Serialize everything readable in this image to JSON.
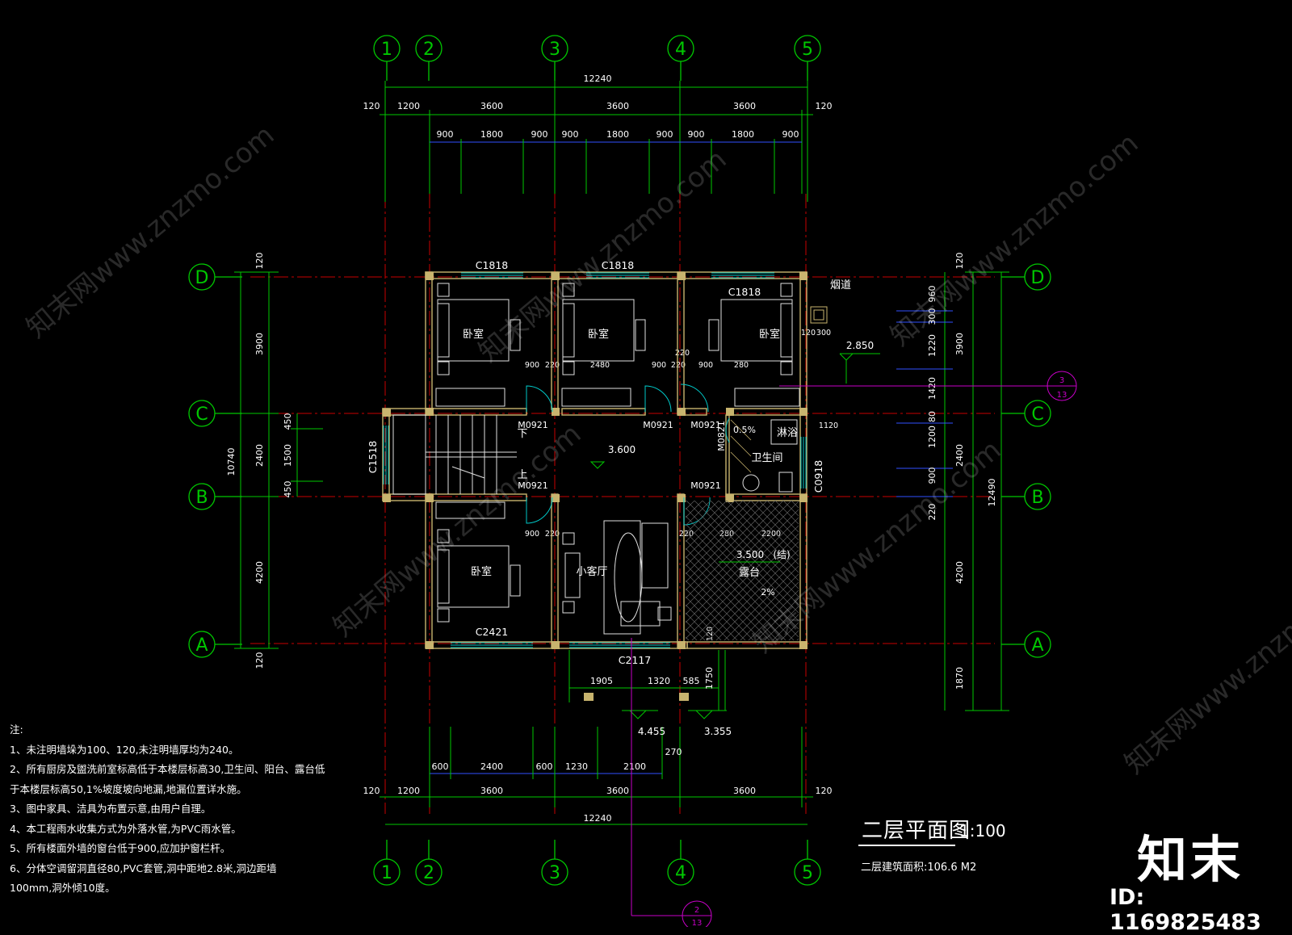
{
  "drawing": {
    "title": "二层平面图",
    "scale": "1:100",
    "area_note": "二层建筑面积:106.6 M2"
  },
  "grid_axes": {
    "columns": [
      "1",
      "2",
      "3",
      "4",
      "5"
    ],
    "rows": [
      "D",
      "C",
      "B",
      "A"
    ]
  },
  "dimensions": {
    "top_overall": "12240",
    "top_segments": [
      "120",
      "1200",
      "3600",
      "3600",
      "3600",
      "120"
    ],
    "top_openings": [
      "900",
      "1800",
      "900",
      "900",
      "1800",
      "900",
      "900",
      "1800",
      "900"
    ],
    "bottom_overall": "12240",
    "bottom_segments": [
      "120",
      "1200",
      "3600",
      "3600",
      "3600",
      "120"
    ],
    "bottom_openings": [
      "600",
      "2400",
      "600",
      "1230",
      "2100",
      "270"
    ],
    "left_overall": "10740",
    "left_segments": [
      "120",
      "3900",
      "2400",
      "4200",
      "120"
    ],
    "left_stair": [
      "450",
      "1500",
      "450"
    ],
    "right_overall": "12490",
    "right_segments": [
      "120",
      "3900",
      "2400",
      "4200",
      "1870"
    ],
    "right_openings": [
      "960",
      "300",
      "1220",
      "1420",
      "80",
      "1200",
      "900",
      "220"
    ],
    "balcony": [
      "1905",
      "1320",
      "585",
      "1750"
    ],
    "room_small": [
      "900",
      "220",
      "2480",
      "900",
      "220",
      "900",
      "280",
      "120",
      "300",
      "1120",
      "900",
      "220",
      "220",
      "280",
      "2200",
      "120"
    ]
  },
  "windows": [
    "C1818",
    "C1818",
    "C1818",
    "C1518",
    "C2421",
    "C2117",
    "C0918"
  ],
  "doors": [
    "M0921",
    "M0921",
    "M0921",
    "M0921",
    "M0821",
    "M0921"
  ],
  "rooms": {
    "bedroom": "卧室",
    "bathroom": "卫生间",
    "shower": "淋浴",
    "small_living": "小客厅",
    "terrace": "露台",
    "chimney": "烟道",
    "stair_up": "上",
    "stair_down": "下"
  },
  "levels": {
    "floor": "3.600",
    "terrace": "3.500",
    "terrace_note": "(结)",
    "roof": "2.850",
    "canopy_a": "4.455",
    "canopy_b": "3.355"
  },
  "slopes": [
    "0.5%",
    "2%"
  ],
  "callouts": [
    {
      "top": "3",
      "bottom": "13"
    },
    {
      "top": "2",
      "bottom": "13"
    }
  ],
  "notes": {
    "heading": "注:",
    "lines": [
      "1、未注明墙垛为100、120,未注明墙厚均为240。",
      "2、所有厨房及盥洗前室标高低于本楼层标高30,卫生间、阳台、露台低",
      "于本楼层标高50,1%坡度坡向地漏,地漏位置详水施。",
      "3、图中家具、洁具为布置示意,由用户自理。",
      "4、本工程雨水收集方式为外落水管,为PVC雨水管。",
      "5、所有楼面外墙的窗台低于900,应加护窗栏杆。",
      "6、分体空调留洞直径80,PVC套管,洞中距地2.8米,洞边距墙",
      "100mm,洞外倾10度。"
    ]
  },
  "branding": {
    "logo": "知末",
    "image_id": "ID: 1169825483",
    "watermark": "知末网www.znzmo.com"
  },
  "colors": {
    "background": "#000000",
    "grid": "#00c800",
    "axis_line": "#c80000",
    "wall": "#c8b46e",
    "window": "#00c8c8",
    "furniture": "#e0e0e0",
    "text": "#ffffff",
    "callout": "#c800c8",
    "dim_blue": "#3050ff"
  }
}
